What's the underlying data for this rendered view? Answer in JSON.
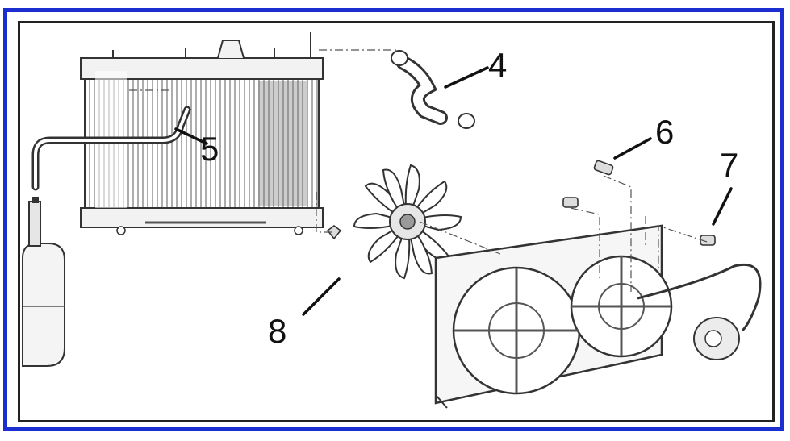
{
  "diagram": {
    "callouts": [
      "4",
      "5",
      "6",
      "7",
      "8"
    ],
    "colors": {
      "frame_border": "#1b2fd0",
      "line": "#333333",
      "shade": "#9a9a9a",
      "light": "#e6e6e6"
    }
  }
}
